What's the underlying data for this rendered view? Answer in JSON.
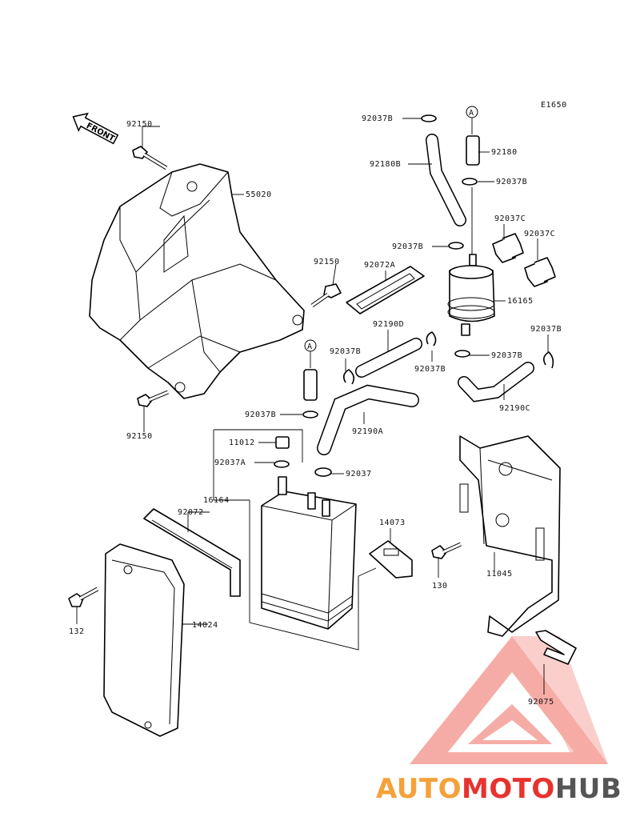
{
  "diagram_code": "E1650",
  "front_label": "FRONT",
  "callout_letter": "A",
  "labels": {
    "p92150_top": "92150",
    "p55020": "55020",
    "p92150_mid": "92150",
    "p92150_bot": "92150",
    "p92037b_1": "92037B",
    "p92180": "92180",
    "p92180b": "92180B",
    "p92037b_2": "92037B",
    "p92037c_1": "92037C",
    "p92037c_2": "92037C",
    "p92037b_3": "92037B",
    "p92072a": "92072A",
    "p16165": "16165",
    "p92037b_4": "92037B",
    "p92190d": "92190D",
    "p92037b_5": "92037B",
    "p92037b_6": "92037B",
    "p92037b_7": "92037B",
    "p92190c": "92190C",
    "p92037b_8": "92037B",
    "p92190a": "92190A",
    "p11012": "11012",
    "p92037a": "92037A",
    "p92037": "92037",
    "p16164": "16164",
    "p92072": "92072",
    "p14073": "14073",
    "p130": "130",
    "p11045": "11045",
    "p132": "132",
    "p14024": "14024",
    "p92075": "92075"
  },
  "watermark": {
    "part1": "AUTO",
    "part2": "MOTO",
    "part3": "HUB",
    "color_orange": "#f5a13a",
    "color_red": "#e8322e",
    "color_dark": "#555555"
  }
}
